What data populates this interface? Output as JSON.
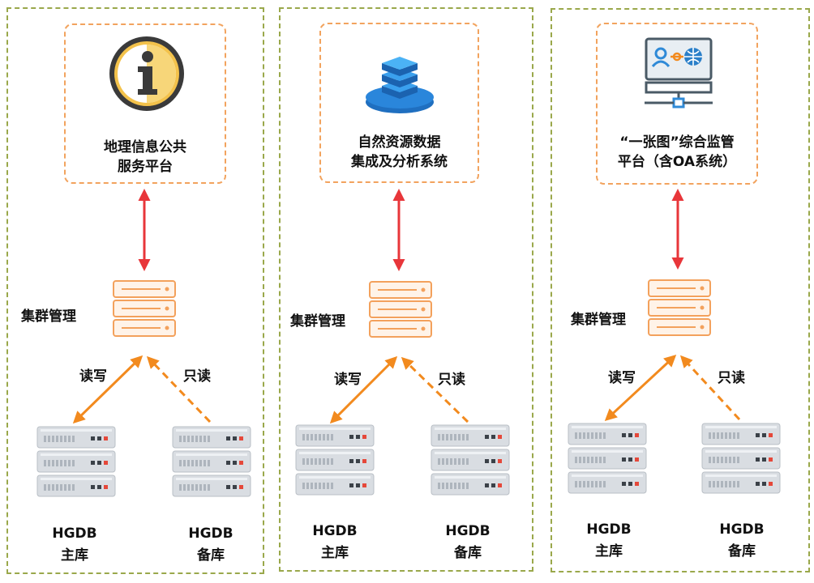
{
  "panels": [
    {
      "system": {
        "icon": "info-icon",
        "line1": "地理信息公共",
        "line2": "服务平台"
      },
      "cluster_label": "集群管理",
      "read_write_label": "读写",
      "read_only_label": "只读",
      "primary": {
        "line1": "HGDB",
        "line2": "主库"
      },
      "standby": {
        "line1": "HGDB",
        "line2": "备库"
      }
    },
    {
      "system": {
        "icon": "database-stack-icon",
        "line1": "自然资源数据",
        "line2": "集成及分析系统"
      },
      "cluster_label": "集群管理",
      "read_write_label": "读写",
      "read_only_label": "只读",
      "primary": {
        "line1": "HGDB",
        "line2": "主库"
      },
      "standby": {
        "line1": "HGDB",
        "line2": "备库"
      }
    },
    {
      "system": {
        "icon": "monitor-network-icon",
        "line1": "“一张图”综合监管",
        "line2": "平台（含OA系统）"
      },
      "cluster_label": "集群管理",
      "read_write_label": "读写",
      "read_only_label": "只读",
      "primary": {
        "line1": "HGDB",
        "line2": "主库"
      },
      "standby": {
        "line1": "HGDB",
        "line2": "备库"
      }
    }
  ],
  "colors": {
    "panel_border": "#9aa84b",
    "system_border": "#f2a35e",
    "bidirectional_arrow": "#e8363a",
    "cluster_arrow": "#f28a1e",
    "server_body": "#d9dde2",
    "server_light_red": "#e5483a"
  }
}
